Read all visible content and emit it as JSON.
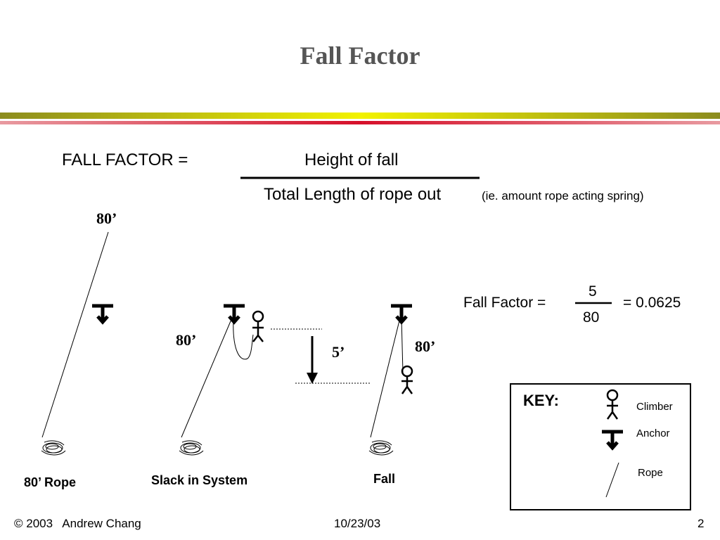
{
  "slide": {
    "title": "Fall Factor",
    "formula": {
      "label": "FALL FACTOR =",
      "numerator": "Height of fall",
      "denominator": "Total Length of rope out",
      "note": "(ie. amount rope acting spring)"
    },
    "scenes": {
      "rope_label": "80’ Rope",
      "rope_length": "80’",
      "slack_label": "Slack in System",
      "slack_length": "80’",
      "drop_length": "5’",
      "fall_label": "Fall",
      "fall_length": "80’"
    },
    "example": {
      "label": "Fall Factor =",
      "numerator": "5",
      "denominator": "80",
      "result": "= 0.0625"
    },
    "key": {
      "title": "KEY:",
      "climber": "Climber",
      "anchor": "Anchor",
      "rope": "Rope"
    },
    "footer": {
      "copyright": "© 2003   Andrew Chang",
      "date": "10/23/03",
      "page": "2"
    },
    "colors": {
      "title": "#555555",
      "bar_olive": "#8c8c1e",
      "bar_yellow": "#f2f200",
      "bar_red": "#d6102a"
    }
  }
}
